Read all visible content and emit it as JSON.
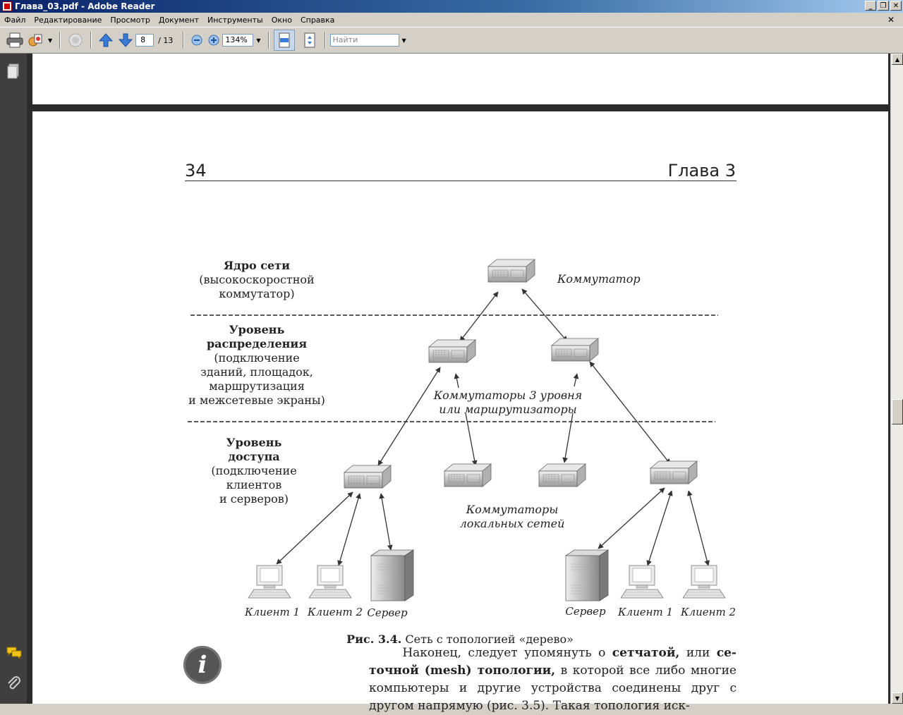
{
  "window": {
    "title": "Глава_03.pdf - Adobe Reader"
  },
  "menu": [
    "Файл",
    "Редактирование",
    "Просмотр",
    "Документ",
    "Инструменты",
    "Окно",
    "Справка"
  ],
  "toolbar": {
    "page_current": "8",
    "page_total": "/ 13",
    "zoom": "134%",
    "find_placeholder": "Найти"
  },
  "page": {
    "number": "34",
    "chapter": "Глава 3",
    "levels": {
      "core_title": "Ядро сети",
      "core_l1": "(высокоскоростной",
      "core_l2": "коммутатор)",
      "dist_title1": "Уровень",
      "dist_title2": "распределения",
      "dist_l1": "(подключение",
      "dist_l2": "зданий, площадок,",
      "dist_l3": "маршрутизация",
      "dist_l4": "и межсетевые экраны)",
      "acc_title1": "Уровень",
      "acc_title2": "доступа",
      "acc_l1": "(подключение",
      "acc_l2": "клиентов",
      "acc_l3": "и серверов)"
    },
    "labels": {
      "switch": "Коммутатор",
      "l3_line1": "Коммутаторы 3 уровня",
      "l3_line2": "или маршрутизаторы",
      "lan_line1": "Коммутаторы",
      "lan_line2": "локальных сетей",
      "client1": "Клиент 1",
      "client2": "Клиент 2",
      "server": "Сервер"
    },
    "caption_bold": "Рис. 3.4.",
    "caption_text": " Сеть с топологией «дерево»",
    "paragraph": {
      "p1": "Наконец, следует упомянуть о ",
      "b1": "сетчатой,",
      "p2": " или ",
      "b2": "се­точной (mesh) топологии,",
      "p3": " в которой все либо многие компьютеры и другие устройства соединены друг с другом напрямую (рис. 3.5). Такая топология иск-"
    }
  }
}
